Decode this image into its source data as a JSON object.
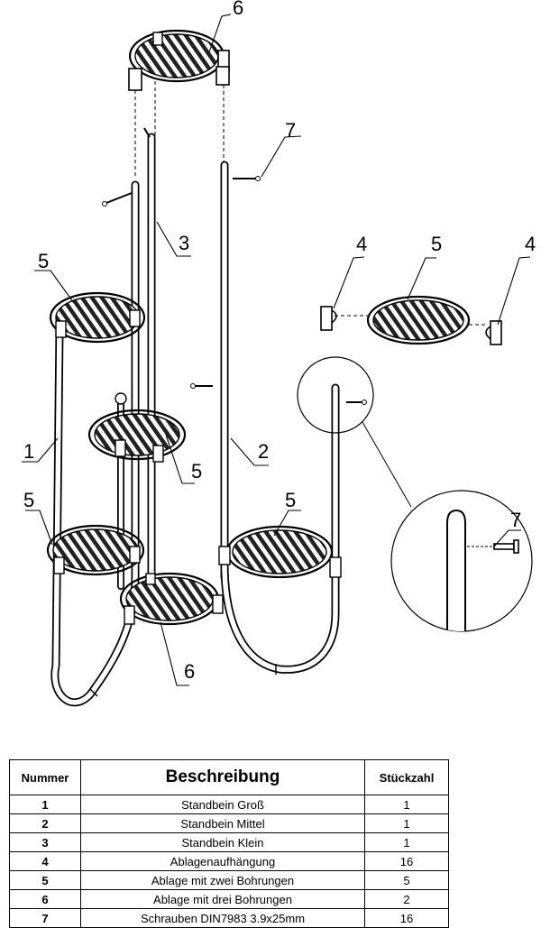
{
  "callouts": {
    "top_shelf": "6",
    "screw_top": "7",
    "leg_small": "3",
    "shelf_left_top": "5",
    "detail_hanger_left": "4",
    "detail_shelf": "5",
    "detail_hanger_right": "4",
    "leg_large": "1",
    "shelf_mid": "5",
    "leg_medium": "2",
    "shelf_left_low": "5",
    "shelf_right": "5",
    "bottom_shelf": "6",
    "detail_screw": "7"
  },
  "table": {
    "headers": {
      "number": "Nummer",
      "description": "Beschreibung",
      "quantity": "Stückzahl"
    },
    "rows": [
      {
        "number": "1",
        "description": "Standbein Groß",
        "quantity": "1"
      },
      {
        "number": "2",
        "description": "Standbein Mittel",
        "quantity": "1"
      },
      {
        "number": "3",
        "description": "Standbein Klein",
        "quantity": "1"
      },
      {
        "number": "4",
        "description": "Ablagenaufhängung",
        "quantity": "16"
      },
      {
        "number": "5",
        "description": "Ablage mit zwei Bohrungen",
        "quantity": "5"
      },
      {
        "number": "6",
        "description": "Ablage mit drei Bohrungen",
        "quantity": "2"
      },
      {
        "number": "7",
        "description": "Schrauben DIN7983  3.9x25mm",
        "quantity": "16"
      }
    ]
  }
}
